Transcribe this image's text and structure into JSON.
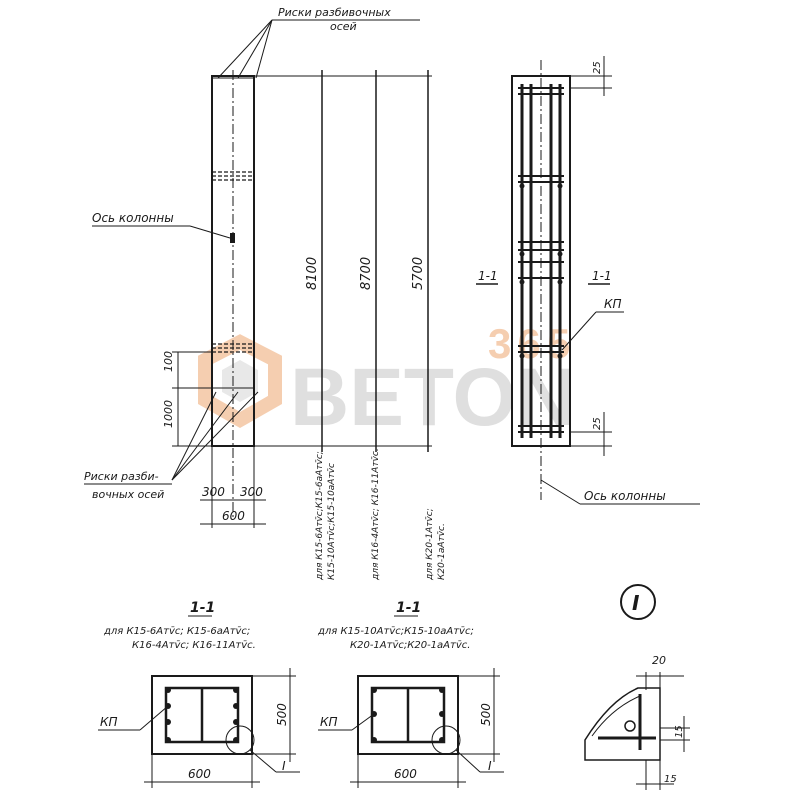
{
  "labels": {
    "axis_marks_top_line1": "Риски разбивочных",
    "axis_marks_top_line2": "осей",
    "column_axis_left": "Ось колонны",
    "axis_marks_bottom_line1": "Риски разби-",
    "axis_marks_bottom_line2": "вочных осей",
    "column_axis_right": "Ось колонны",
    "kp_right": "КП",
    "kp_sec1": "КП",
    "kp_sec2": "КП",
    "detail_marker": "I",
    "detail_ref1": "I",
    "detail_ref2": "I"
  },
  "dims": {
    "h1": "8100",
    "h2": "8700",
    "h3": "5700",
    "d100": "100",
    "d1000": "1000",
    "d300a": "300",
    "d300b": "300",
    "d600": "600",
    "d25a": "25",
    "d25b": "25",
    "sec1_600": "600",
    "sec1_500": "500",
    "sec2_600": "600",
    "sec2_500": "500",
    "det20": "20",
    "det15a": "15",
    "det15b": "15"
  },
  "vertical_notes": {
    "note1_line1": "для К15-6Атv̄с;К15-6аАтv̄с;",
    "note1_line2": "К15-10Атv̄с;К15-10аАтv̄с",
    "note2": "для К16-4Атv̄с; К16-11Атv̄с.",
    "note3_line1": "для К20-1Атv̄с;",
    "note3_line2": "К20-1аАтv̄с."
  },
  "section_marks": {
    "left": "1-1",
    "right": "1-1"
  },
  "sections": {
    "sec1_title": "1-1",
    "sec1_line1": "для  К15-6Атv̄с; К15-6аАтv̄с;",
    "sec1_line2": "К16-4Атv̄с; К16-11Атv̄с.",
    "sec2_title": "1-1",
    "sec2_line1": "для  К15-10Атv̄с;К15-10аАтv̄с;",
    "sec2_line2": "К20-1Атv̄с;К20-1аАтv̄с."
  },
  "watermark": {
    "brand": "BETON",
    "number": "365"
  },
  "colors": {
    "ink": "#1a1a1a",
    "watermark_gray": "#d8d8d8",
    "watermark_orange": "#f5c9a8"
  }
}
